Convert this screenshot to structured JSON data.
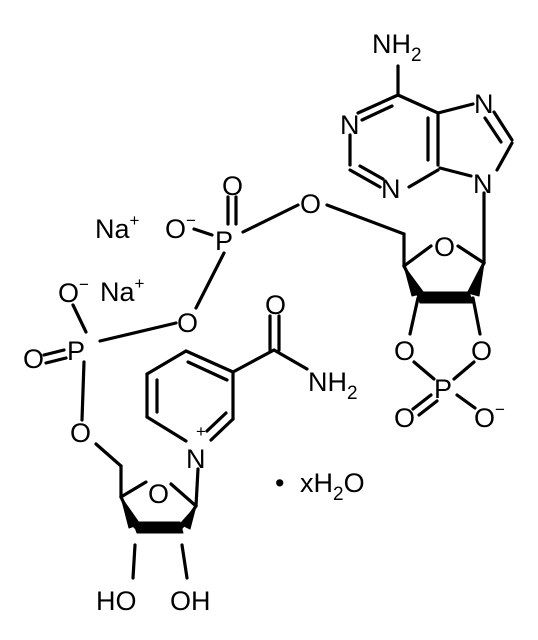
{
  "atoms": {
    "NH2_top": "NH",
    "NH2_top_sub": "2",
    "N1_adenine": "N",
    "N3_adenine": "N",
    "N7_adenine": "N",
    "N9_adenine": "N",
    "O_ribose_adenosine": "O",
    "O_2prime": "O",
    "O_3prime": "O",
    "P_cyclic": "P",
    "O_cyclic_double": "O",
    "O_cyclic_minus": "O",
    "O_5prime_link": "O",
    "P_upper": "P",
    "O_upper_double": "O",
    "O_upper_minus": "O",
    "O_bridge": "O",
    "P_lower": "P",
    "O_lower_double": "O",
    "O_lower_minus": "O",
    "O_5prime_nicotinamide": "O",
    "N_pyridinium": "N",
    "O_amide": "O",
    "NH2_amide": "NH",
    "NH2_amide_sub": "2",
    "O_ribose_nicotinamide": "O",
    "HO_left": "HO",
    "OH_right": "OH"
  },
  "charges": {
    "minus": "−",
    "plus": "+"
  },
  "counterions": {
    "na1": "Na",
    "na2": "Na"
  },
  "hydrate": {
    "dot": "•",
    "x_h": "xH",
    "sub": "2",
    "o": "O"
  }
}
